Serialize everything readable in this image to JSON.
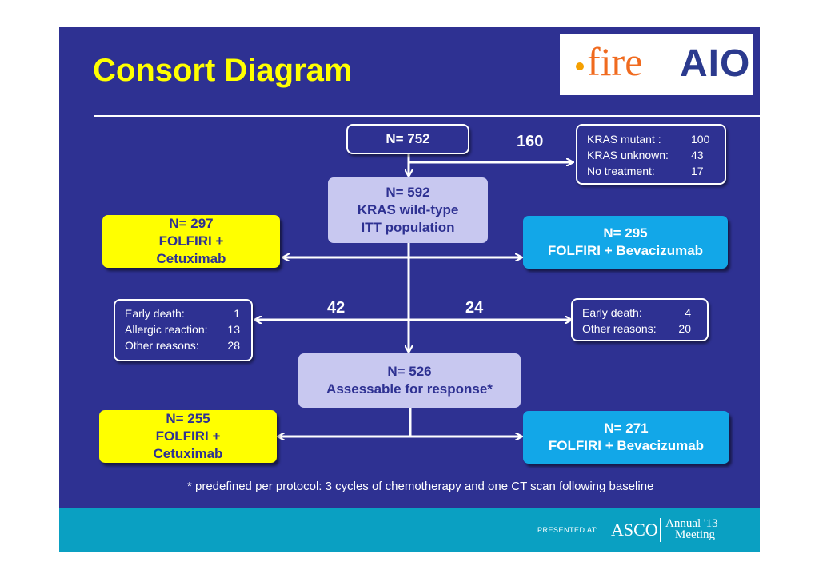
{
  "slide": {
    "title": "Consort Diagram",
    "footnote": "* predefined per protocol: 3 cycles of chemotherapy and one CT scan following baseline"
  },
  "logo": {
    "fire": "fire",
    "aio": "AIO"
  },
  "footer": {
    "presented_at": "PRESENTED AT:",
    "asco": "ASCO",
    "annual_line1": "Annual '13",
    "annual_line2": "Meeting"
  },
  "diagram": {
    "top": {
      "label": "N= 752"
    },
    "excluded": {
      "count": "160",
      "rows": [
        {
          "label": "KRAS mutant :",
          "value": "100"
        },
        {
          "label": "KRAS unknown:",
          "value": "43"
        },
        {
          "label": "No treatment:",
          "value": "17"
        }
      ]
    },
    "itt": {
      "line1": "N= 592",
      "line2": "KRAS wild-type",
      "line3": "ITT population"
    },
    "arm_a_itt": {
      "line1": "N= 297",
      "line2": "FOLFIRI +",
      "line3": "Cetuximab"
    },
    "arm_b_itt": {
      "line1": "N= 295",
      "line2": "FOLFIRI + Bevacizumab"
    },
    "loss_a": {
      "count": "42",
      "rows": [
        {
          "label": "Early death:",
          "value": "1"
        },
        {
          "label": "Allergic reaction:",
          "value": "13"
        },
        {
          "label": "Other reasons:",
          "value": "28"
        }
      ]
    },
    "loss_b": {
      "count": "24",
      "rows": [
        {
          "label": "Early death:",
          "value": "4"
        },
        {
          "label": "Other reasons:",
          "value": "20"
        }
      ]
    },
    "assessable": {
      "line1": "N= 526",
      "line2": "Assessable for response*"
    },
    "arm_a_resp": {
      "line1": "N= 255",
      "line2": "FOLFIRI +",
      "line3": "Cetuximab"
    },
    "arm_b_resp": {
      "line1": "N= 271",
      "line2": "FOLFIRI + Bevacizumab"
    }
  },
  "colors": {
    "background": "#2e3192",
    "title": "#ffff00",
    "arm_a": "#ffff00",
    "arm_b": "#12a7e8",
    "center": "#c8c8f0",
    "footer": "#0aa0c2"
  }
}
